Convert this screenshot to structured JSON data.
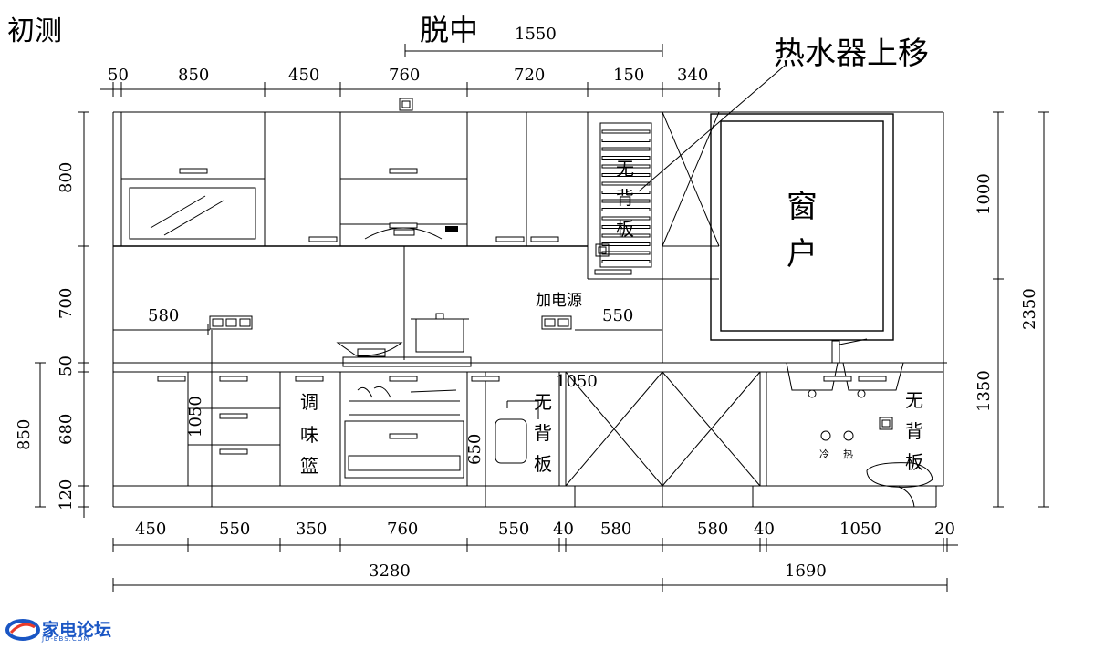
{
  "drawing": {
    "corner_title": "初测",
    "top_title": "脱中",
    "top_dim": "1550",
    "callout": "热水器上移"
  },
  "top_dims": [
    "50",
    "850",
    "450",
    "760",
    "720",
    "150",
    "340"
  ],
  "bottom_dims": [
    "450",
    "550",
    "350",
    "760",
    "550",
    "40",
    "580",
    "580",
    "40",
    "1050",
    "20"
  ],
  "total_dims": [
    "3280",
    "1690"
  ],
  "left_dims": [
    "800",
    "700",
    "50",
    "680",
    "120",
    "850"
  ],
  "right_dims": [
    "1000",
    "1350",
    "2350"
  ],
  "inner_dims": {
    "d580": "580",
    "d550": "550",
    "d1050": "1050",
    "d1050v": "1050",
    "d650": "650"
  },
  "labels": {
    "no_back_1": [
      "无",
      "背",
      "板"
    ],
    "no_back_2": [
      "无",
      "背",
      "板"
    ],
    "no_back_3": [
      "无",
      "背",
      "板"
    ],
    "window": [
      "窗",
      "户"
    ],
    "power": "加电源",
    "spice": [
      "调",
      "味",
      "篮"
    ],
    "tap_a": "冷",
    "tap_b": "热"
  },
  "logo": {
    "name": "家电论坛",
    "url": "JD-BBS.COM",
    "color": "#1a56c4"
  }
}
